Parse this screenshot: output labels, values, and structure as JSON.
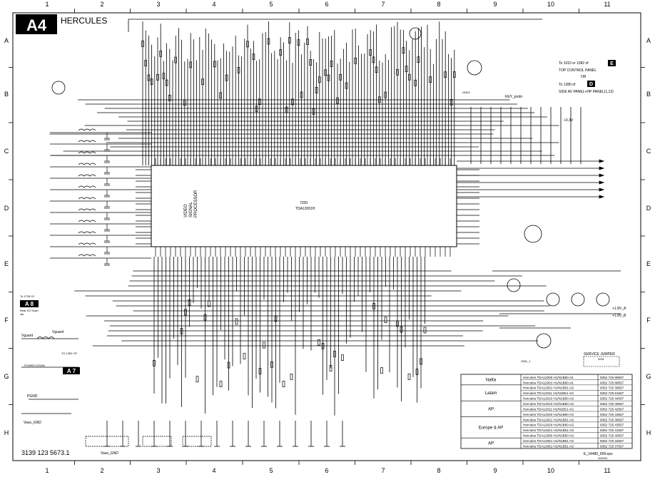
{
  "header": {
    "badge": "A4",
    "title": "HERCULES"
  },
  "grid": {
    "columns": [
      "1",
      "2",
      "3",
      "4",
      "5",
      "6",
      "7",
      "8",
      "9",
      "10",
      "11"
    ],
    "rows": [
      "A",
      "B",
      "C",
      "D",
      "E",
      "F",
      "G",
      "H"
    ]
  },
  "ic": {
    "ref": "7200",
    "part": "TDA12001H",
    "function": [
      "VIDEO",
      "SIGNAL",
      "PROCESSOR"
    ]
  },
  "connectors": {
    "e": {
      "badge": "E",
      "line1": "To 1010 or 1082 of",
      "line2": "TOP CONTROL PANEL",
      "line3": "OR"
    },
    "d": {
      "badge": "D",
      "line1": "To 1280 of",
      "line2": "SIDE AV PANEL+HP PANEL(1,13)"
    },
    "a8": {
      "badge": "A 8",
      "line1": "To 1735 Of",
      "line2": "Rear I/O Scart",
      "line3": "cip"
    },
    "a7": {
      "badge": "A 7",
      "line1": "TO 1282 OF",
      "line2": "POWER DOWN"
    }
  },
  "power_labels": {
    "vguard": "Vguard",
    "vguard2": "Vguard",
    "p3v3": "+3.3V",
    "p1v8a": "+1.8V_A",
    "p1v8b": "+1.8V_B",
    "pgnd": "PGND",
    "vaux_gnd": "Vaux_GND",
    "key_prot": "KEY_protn",
    "gnd1": "GND1",
    "gnd_1": "GND_1"
  },
  "service_jumper": {
    "label": "SERVICE JUMPER",
    "ref": "9251"
  },
  "legend_table": {
    "regions": [
      "Nafta",
      "Latam",
      "AP",
      "Europe & AP",
      "AP"
    ],
    "rows": [
      {
        "name": "Hercules TDA12000 H1/N1B50 A6",
        "code": "9352 725 88557"
      },
      {
        "name": "Hercules TDA12001 H1/N1B50 A6",
        "code": "9352 725 88557"
      },
      {
        "name": "Hercules TDA12001 H1/N1B51 AG",
        "code": "9352 725 39557"
      },
      {
        "name": "Hercules TDA12011 H1/N1B51 AG",
        "code": "9352 725 61557"
      },
      {
        "name": "Hercules TDA12010 H1/N1B50 AG",
        "code": "9352 725 44557"
      },
      {
        "name": "Hercules TDA12010 H1/N1B50 AG",
        "code": "9352 725 46557"
      },
      {
        "name": "Hercules TDA12011 H1/N1B51 AG",
        "code": "9352 725 42557"
      },
      {
        "name": "Hercules TDA12020 H1/N1B50 AG",
        "code": "9352 725 43557"
      },
      {
        "name": "Hercules TDA12021 H1/N1B51 AG",
        "code": "9352 725 39557"
      },
      {
        "name": "Hercules TDA12020 H1/N1B50 AG",
        "code": "9352 725 43557"
      },
      {
        "name": "Hercules TDA12021 H1/N1B51 AG",
        "code": "9352 725 41557"
      },
      {
        "name": "Hercules TDA12060 H1/N1B50 AG",
        "code": "9352 725 40557"
      },
      {
        "name": "Hercules TDA12061 H1/N1B51 AG",
        "code": "9352 725 34557"
      },
      {
        "name": "Hercules TDA12061 H1/N1B51 AG",
        "code": "9352 725 37557"
      }
    ]
  },
  "footer": {
    "doc_number": "3139 123 5673.1",
    "file": "E_14480_009.eps",
    "date": "200204"
  }
}
